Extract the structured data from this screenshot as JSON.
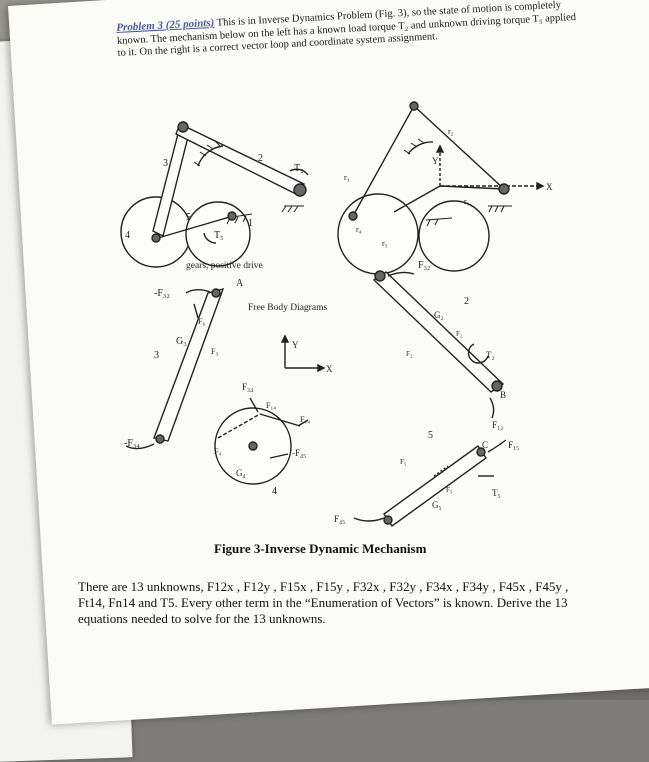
{
  "problem": {
    "heading": "Problem 3 (25 points)",
    "body": "This is in Inverse Dynamics Problem (Fig. 3), so the state of motion is completely known. The mechanism below on the left has a known load torque T₂ and unknown driving torque T₅ applied to it. On the right is a correct vector loop and coordinate system assignment."
  },
  "diagram": {
    "left_labels": {
      "link3": "3",
      "link2": "2",
      "t2": "T₂",
      "link4": "4",
      "t5": "T₅",
      "five": "5",
      "one": "1",
      "gears": "gears, positive drive"
    },
    "right_labels": {
      "r2": "r₂",
      "y": "Y",
      "r3": "r₃",
      "x": "X",
      "r1": "r₁",
      "r4": "r₄",
      "r5": "r₅"
    },
    "fbd_labels": {
      "f32": "-F₃₂",
      "a": "A",
      "f_top": "F₆",
      "g3": "G₃",
      "three": "3",
      "f3": "F₃",
      "fbd_title": "Free Body Diagrams",
      "fy": "Y",
      "fx": "X",
      "f34": "F₃₄",
      "f14": "F₁₄",
      "f14b": "F₁₄",
      "f4": "F₄",
      "f45": "-F₄₅",
      "g4": "G₄",
      "four": "4",
      "mf34": "-F₃₄",
      "f32r": "F₃₂",
      "two": "2",
      "g2": "G₂",
      "f2": "F₂",
      "f2b": "F₂",
      "t2r": "T₂",
      "b": "B",
      "f12": "F₁₂",
      "five": "5",
      "c": "C",
      "f15": "F₁₅",
      "f5": "F₅",
      "f5b": "F₅",
      "t5r": "T₅",
      "g5": "G₅",
      "f45r": "F₄₅"
    }
  },
  "figure_caption": "Figure 3-Inverse Dynamic Mechanism",
  "footer": "There are 13 unknowns, F12x , F12y , F15x , F15y , F32x , F32y , F34x , F34y , F45x , F45y , Ft14, Fn14 and T5. Every other term in the “Enumeration of Vectors” is known. Derive the 13 equations needed to solve for the 13 unknowns."
}
